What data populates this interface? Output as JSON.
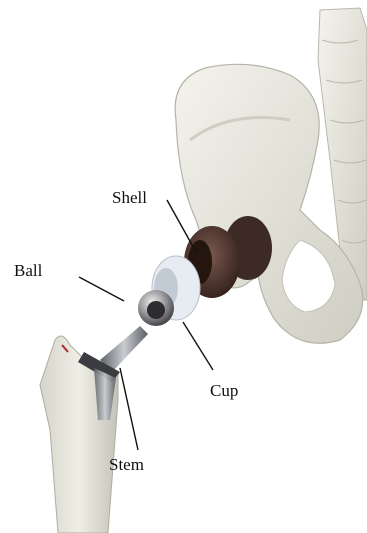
{
  "labels": {
    "shell": "Shell",
    "ball": "Ball",
    "cup": "Cup",
    "stem": "Stem"
  },
  "colors": {
    "bone": "#ecebe2",
    "bone_shadow": "#c9c8bd",
    "shell_dark": "#4b3129",
    "cup_white": "#dfe6ee",
    "metal": "#8c8f95",
    "line": "#111111"
  }
}
